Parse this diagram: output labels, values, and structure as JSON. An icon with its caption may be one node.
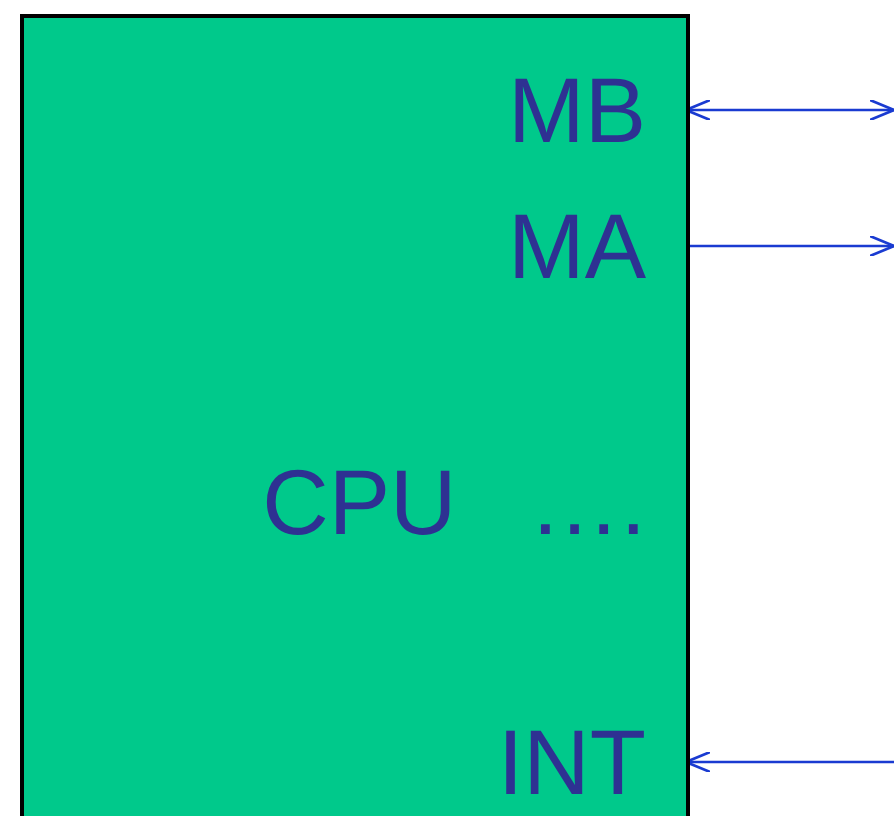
{
  "diagram": {
    "nodes": [
      {
        "text": [
          "CPU",
          "…."
        ]
      },
      {
        "text": [
          "MB"
        ],
        "in": 0
      },
      {
        "text": [
          "MA"
        ],
        "in": 0
      },
      {
        "text": [
          "INT"
        ],
        "in": 0
      }
    ],
    "edges": [
      {
        "from": 1,
        "to": null,
        "arrow": "both"
      },
      {
        "from": 2,
        "to": null,
        "arrow": "to"
      },
      {
        "from": null,
        "to": 3,
        "arrow": "to"
      }
    ]
  }
}
